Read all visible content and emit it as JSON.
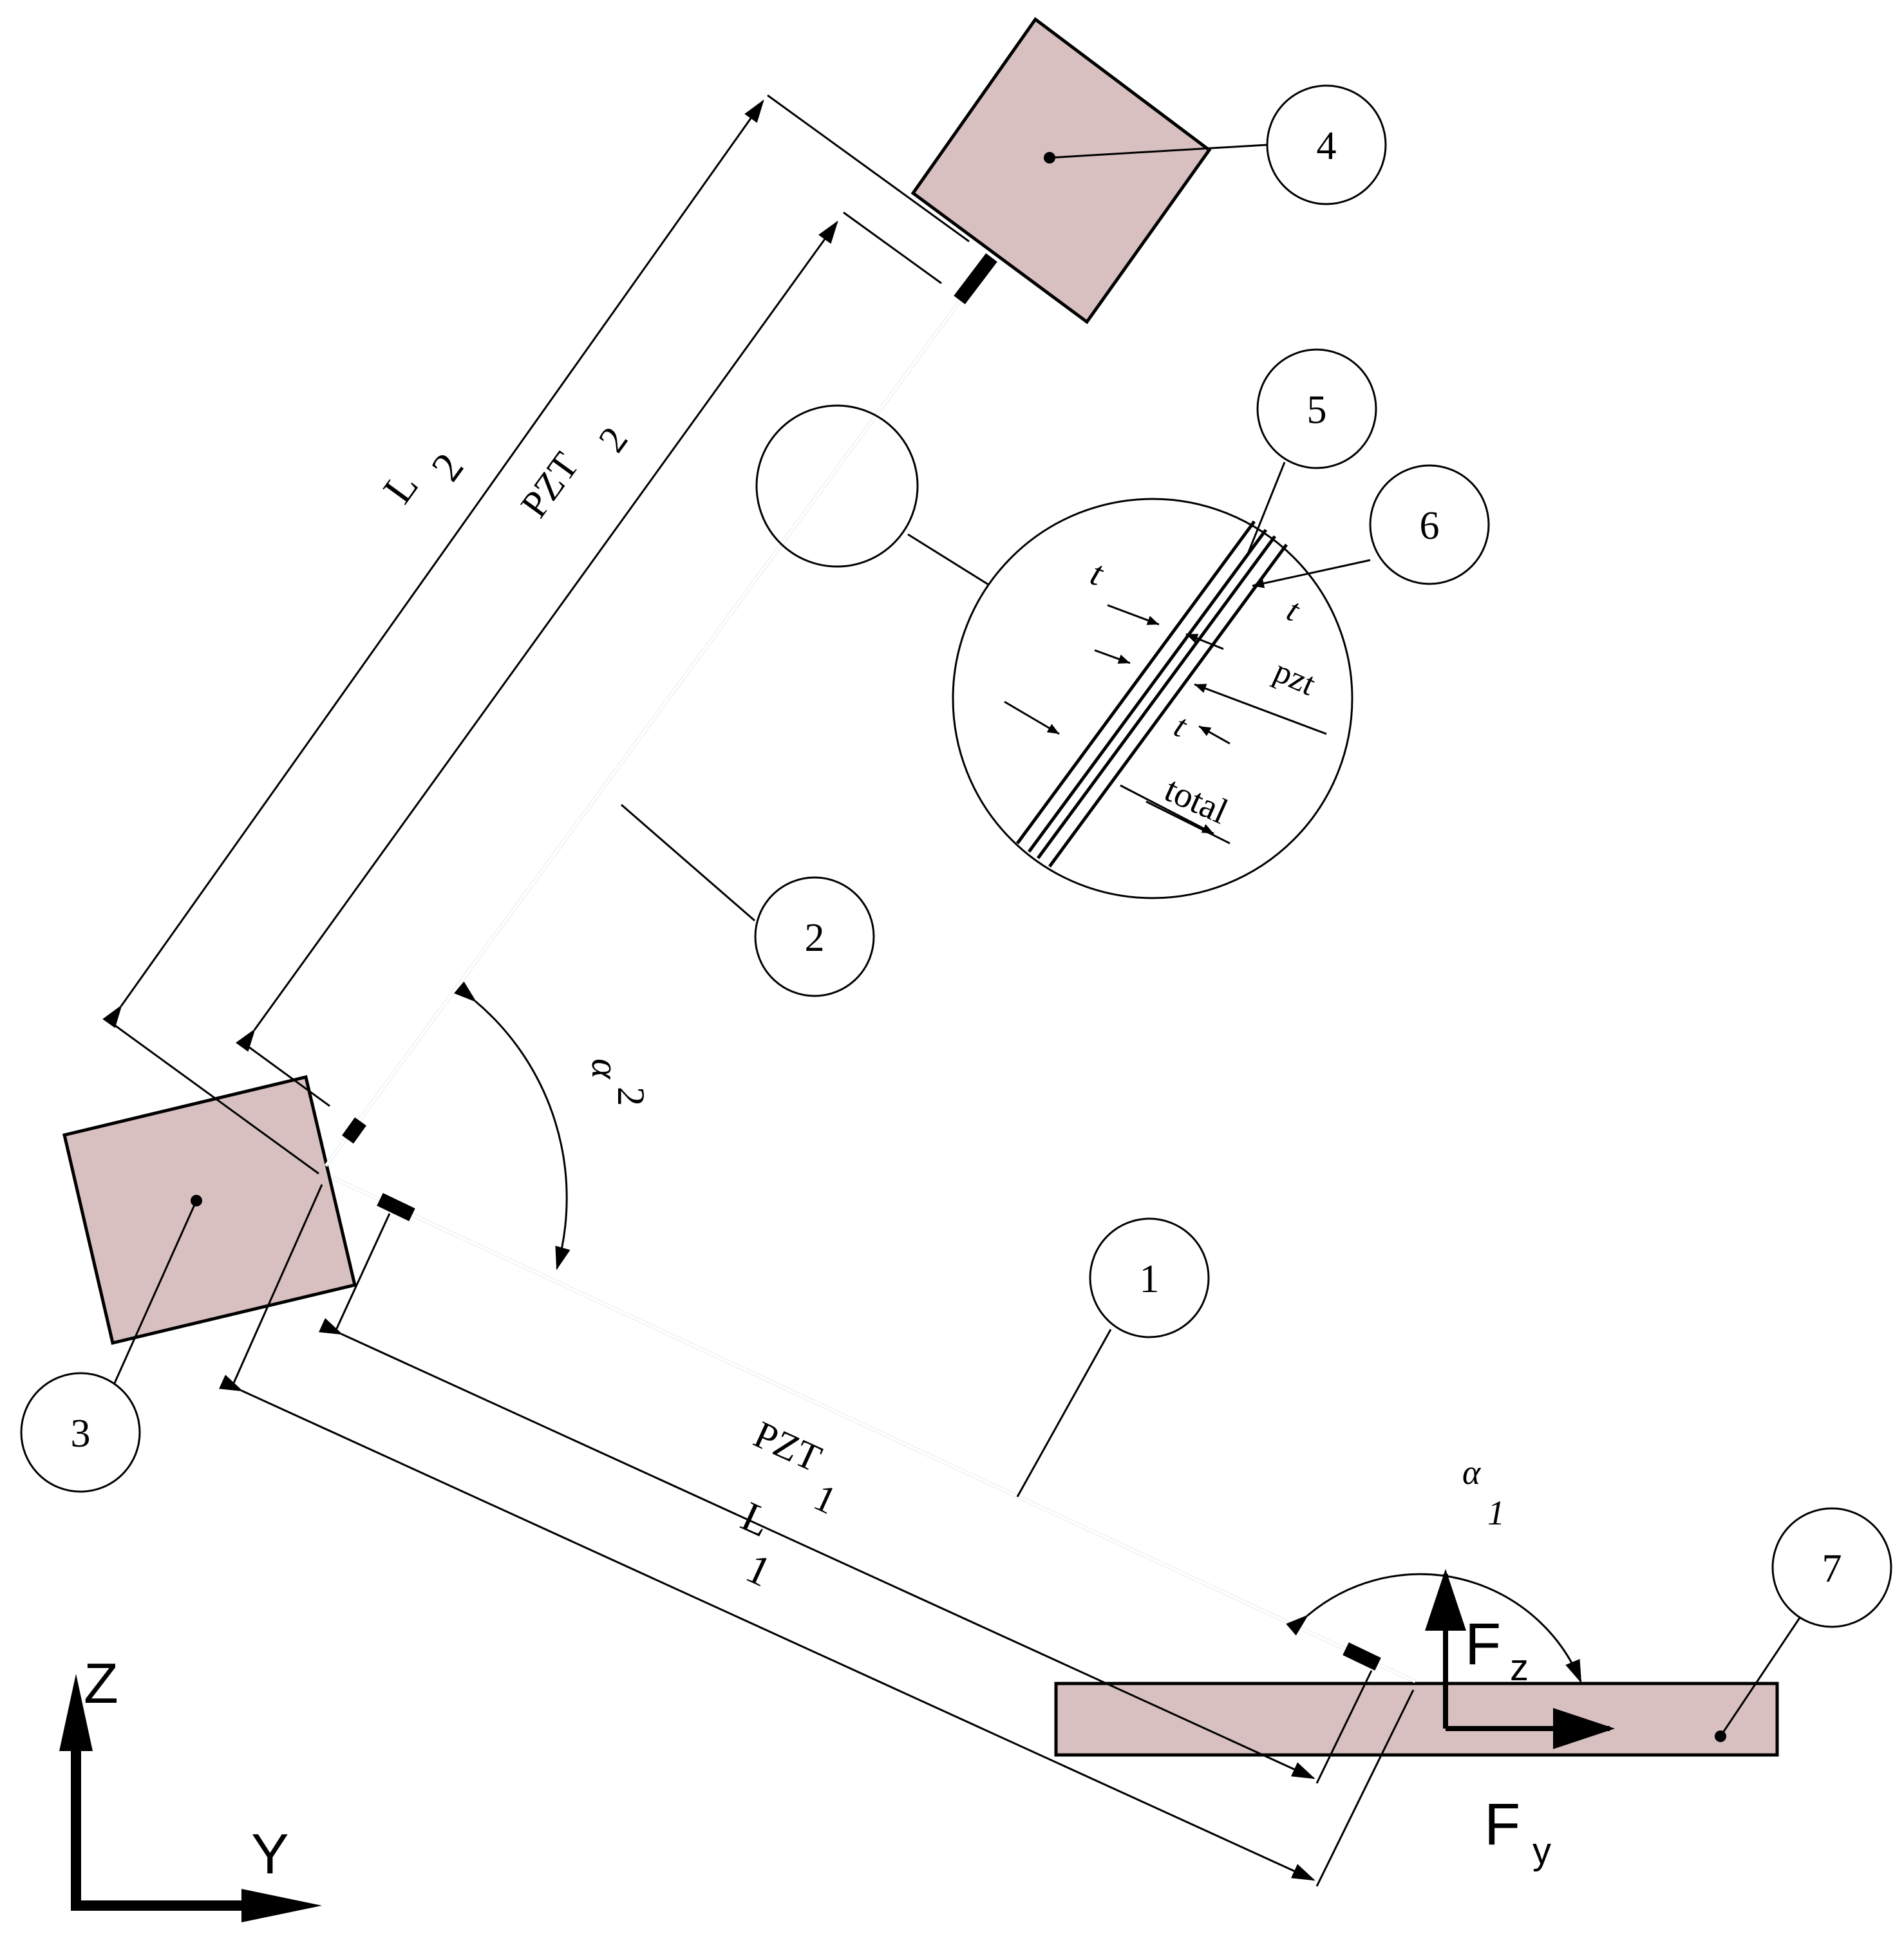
{
  "colors": {
    "block_fill": "#d8c0c0",
    "line": "#000000",
    "background": "#ffffff"
  },
  "callouts": {
    "c1": "1",
    "c2": "2",
    "c3": "3",
    "c4": "4",
    "c5": "5",
    "c6": "6",
    "c7": "7"
  },
  "dimensions": {
    "L2": {
      "main": "L",
      "sub": "2"
    },
    "PZT2": {
      "main": "PZT",
      "sub": "2"
    },
    "L1": {
      "main": "L",
      "sub": "1"
    },
    "PZT1": {
      "main": "PZT",
      "sub": "1"
    }
  },
  "angles": {
    "alpha2": {
      "main": "α",
      "sub": "2"
    },
    "alpha1": {
      "main": "α",
      "sub": "1"
    }
  },
  "detail": {
    "t_label": "t",
    "tpzt": {
      "main": "t",
      "sub": "pzt"
    },
    "ttotal": {
      "main": "t",
      "sub": "total"
    }
  },
  "forces": {
    "Fz": {
      "main": "F",
      "sub": "z"
    },
    "Fy": {
      "main": "F",
      "sub": "y"
    }
  },
  "axes": {
    "z_label": "Z",
    "y_label": "Y"
  }
}
